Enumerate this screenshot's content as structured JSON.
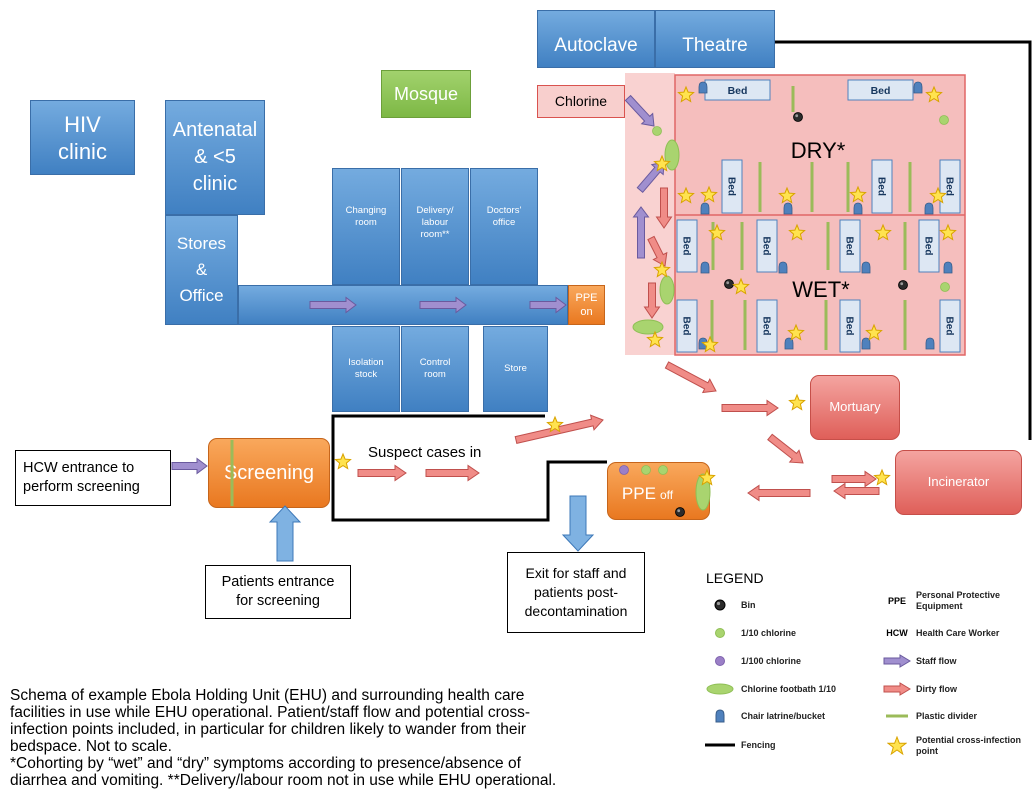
{
  "buildings": {
    "autoclave": "Autoclave",
    "theatre": "Theatre",
    "mosque": "Mosque",
    "hiv_clinic": [
      "HIV",
      "clinic"
    ],
    "antenatal": [
      "Antenatal",
      "& <5",
      "clinic"
    ],
    "stores_office": [
      "Stores",
      "&",
      "Office"
    ],
    "changing_room": [
      "Changing",
      "room"
    ],
    "delivery_room": [
      "Delivery/",
      "labour",
      "room**"
    ],
    "doctors_office": [
      "Doctors'",
      "office"
    ],
    "isolation_stock": [
      "Isolation",
      "stock"
    ],
    "control_room": [
      "Control",
      "room"
    ],
    "store": "Store",
    "ppe_on": [
      "PPE",
      "on"
    ],
    "chlorine": "Chlorine",
    "mortuary": "Mortuary",
    "incinerator": "Incinerator",
    "screening": "Screening",
    "ppe_off": {
      "main": "PPE",
      "sub": "off"
    }
  },
  "ehu": {
    "dry_label": "DRY*",
    "wet_label": "WET*",
    "bed_label": "Bed"
  },
  "flow_labels": {
    "suspect_cases": "Suspect cases in",
    "hcw_entrance": [
      "HCW entrance to",
      "perform screening"
    ],
    "patients_entrance": [
      "Patients entrance",
      "for screening"
    ],
    "exit": [
      "Exit for staff and",
      "patients post-",
      "decontamination"
    ]
  },
  "legend": {
    "title": "LEGEND",
    "left": [
      {
        "icon": "bin-icon",
        "label": "Bin"
      },
      {
        "icon": "chlorine-1-10-dot-icon",
        "label": "1/10 chlorine"
      },
      {
        "icon": "chlorine-1-100-dot-icon",
        "label": "1/100 chlorine"
      },
      {
        "icon": "footbath-icon",
        "label": "Chlorine footbath 1/10"
      },
      {
        "icon": "chair-latrine-icon",
        "label": "Chair latrine/bucket"
      },
      {
        "icon": "fence-line-icon",
        "label": "Fencing"
      }
    ],
    "right": [
      {
        "abbr": "PPE",
        "label": "Personal Protective Equipment"
      },
      {
        "abbr": "HCW",
        "label": "Health Care Worker"
      },
      {
        "icon": "staff-flow-arrow-icon",
        "label": "Staff flow"
      },
      {
        "icon": "dirty-flow-arrow-icon",
        "label": "Dirty flow"
      },
      {
        "icon": "plastic-divider-icon",
        "label": "Plastic divider"
      },
      {
        "icon": "star-icon",
        "label": "Potential cross-infection point"
      }
    ]
  },
  "caption": [
    "Schema of example Ebola Holding Unit (EHU) and surrounding health care",
    "facilities in use while EHU operational. Patient/staff flow and potential cross-",
    "infection points included, in particular for children likely to wander from their",
    "bedspace. Not to scale.",
    "*Cohorting by “wet” and “dry” symptoms according to presence/absence of",
    "diarrhea and vomiting. **Delivery/labour room not in use while EHU operational."
  ],
  "colors": {
    "building_blue": "#4f8fcf",
    "ehu_ward": "#f5bebd",
    "ehu_corridor": "#f9d2d1",
    "ward_border": "#e06666",
    "staff_flow": "#a08fcf",
    "staff_flow_border": "#6a5a9e",
    "dirty_flow": "#f08c87",
    "dirty_flow_border": "#c0504d",
    "access_flow": "#7fb2e2",
    "access_flow_border": "#3d78b8",
    "star": "#ffe34f",
    "star_border": "#d9a300",
    "bin": "#2b2b2b",
    "chlorine_1_10": "#a9d46f",
    "chlorine_1_100": "#9b7fc7",
    "footbath": "#a9d46f",
    "chair": "#4f81bd",
    "divider": "#9bbb59",
    "fence": "#000000",
    "bed_fill": "#dde7f3",
    "bed_border": "#4f81bd"
  }
}
